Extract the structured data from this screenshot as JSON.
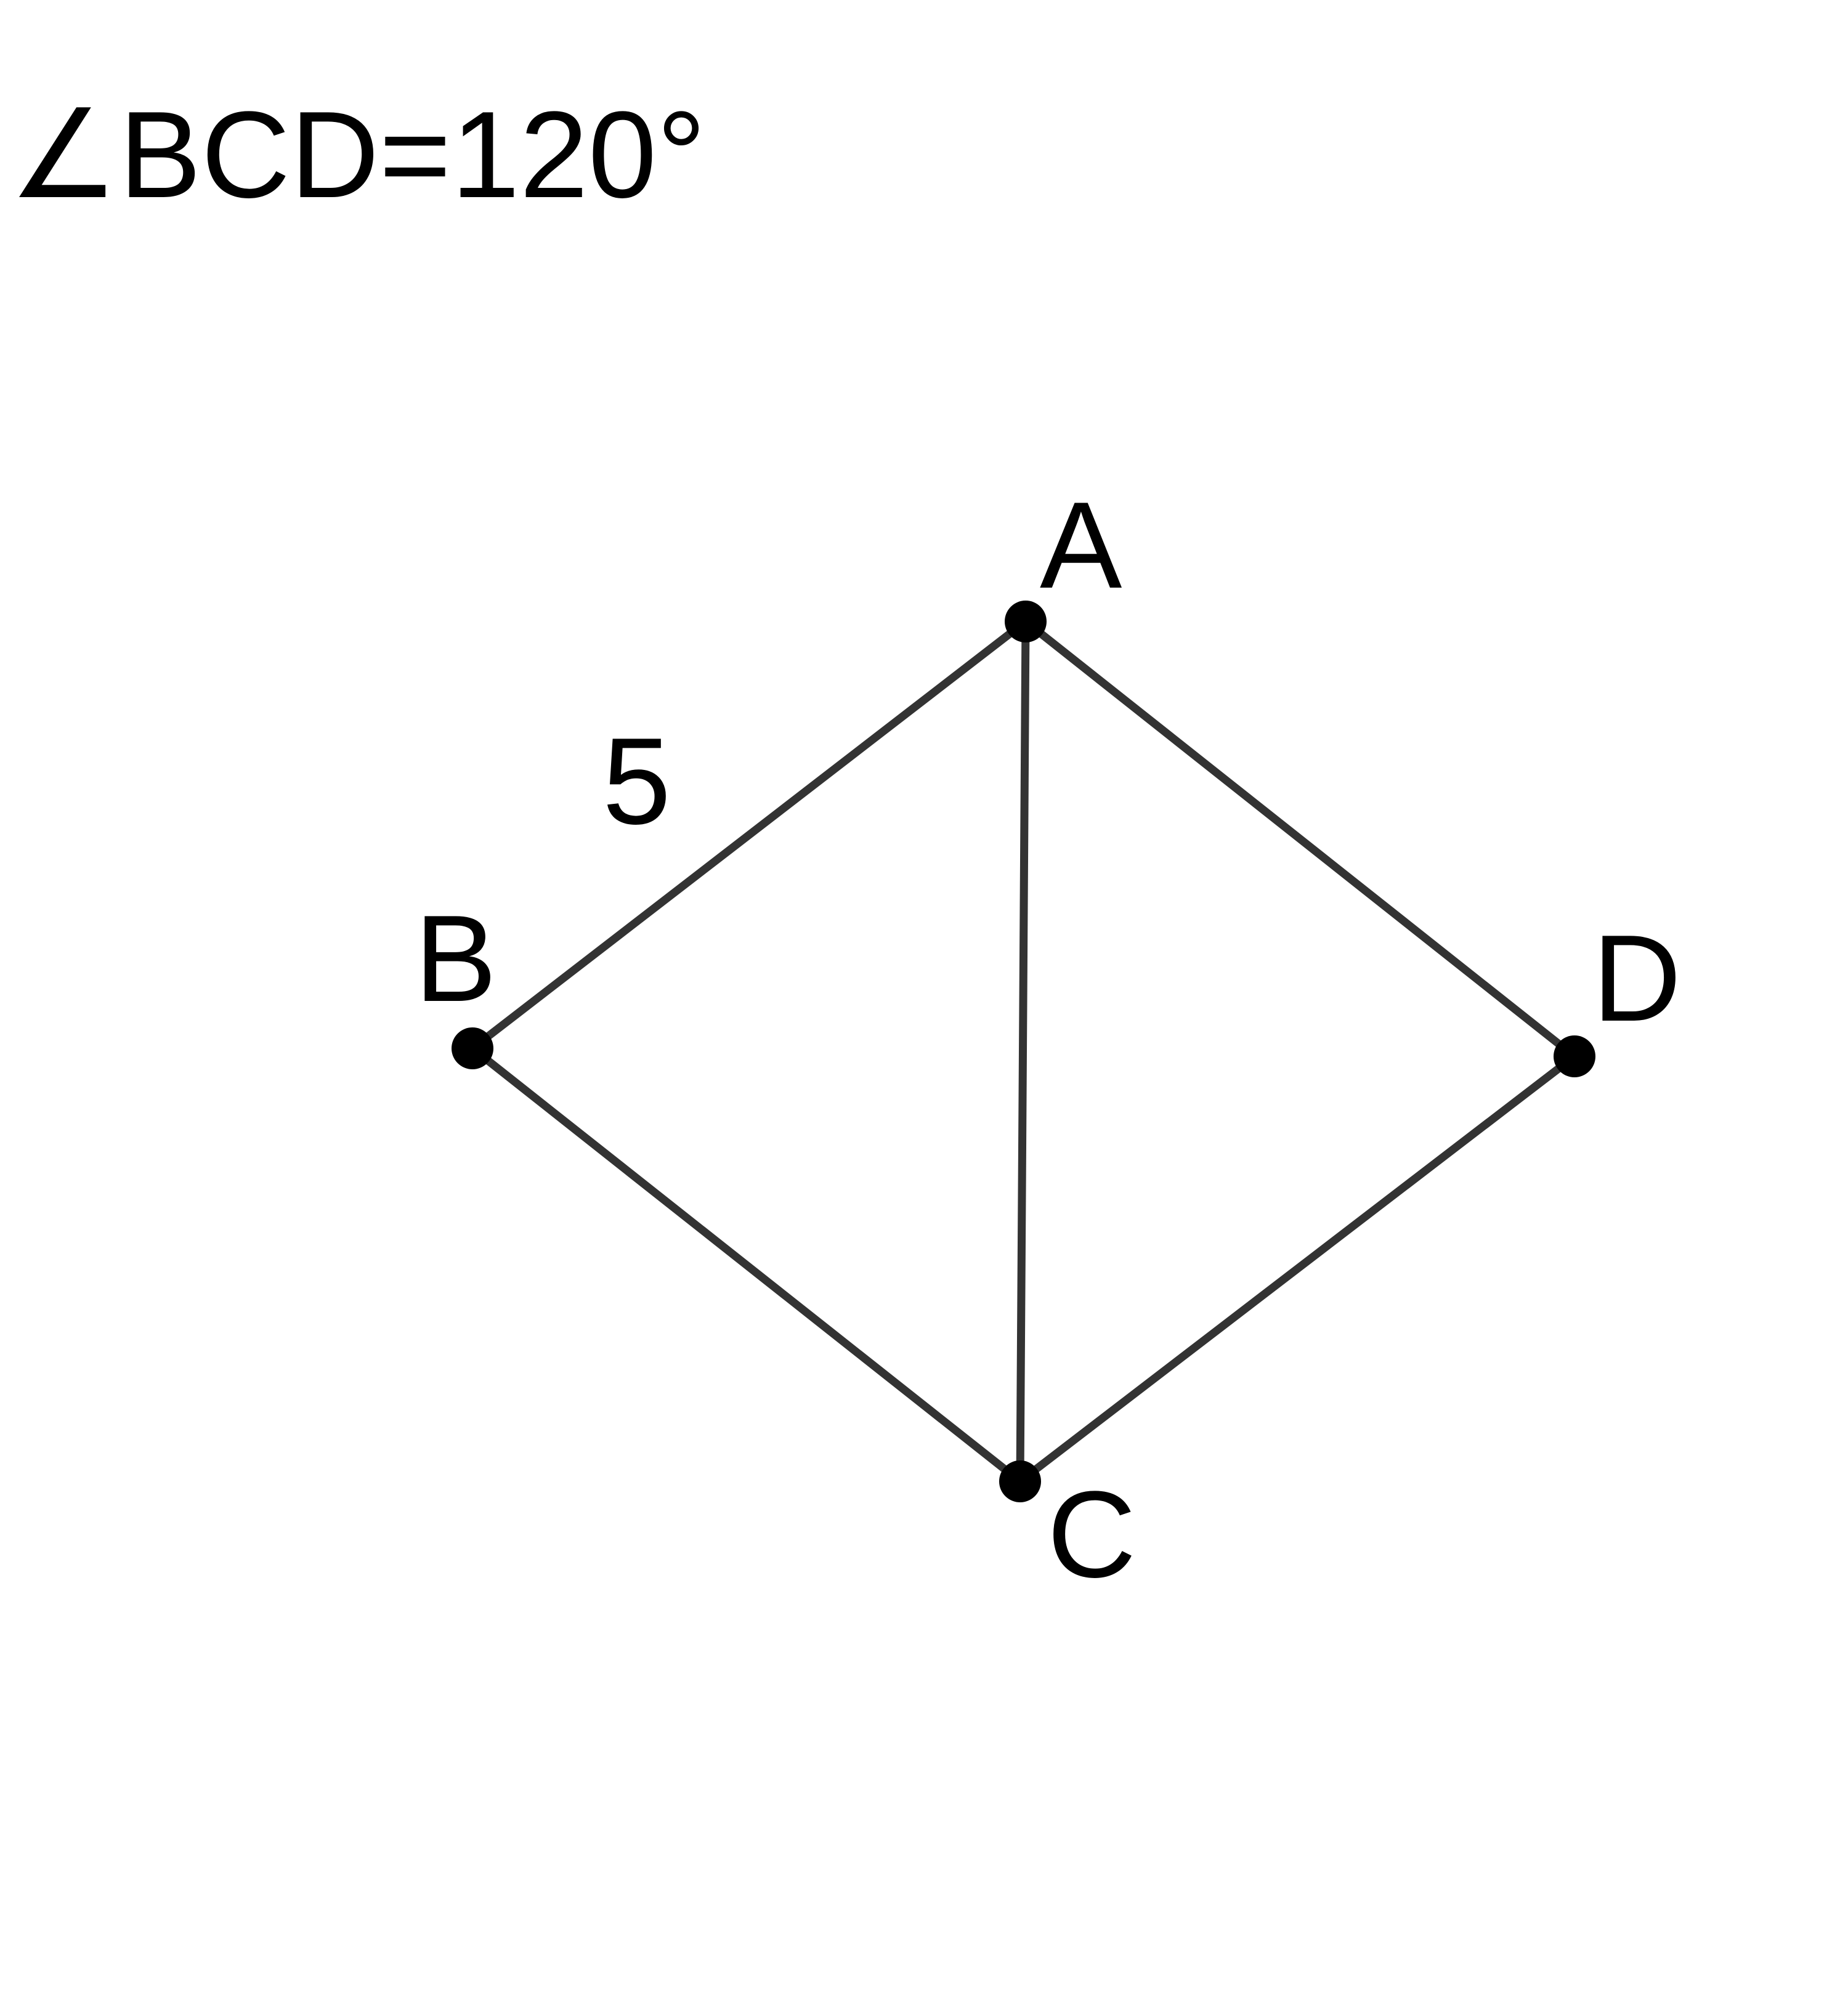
{
  "annotation": {
    "text": "∠BCD=120°"
  },
  "vertices": {
    "A": {
      "label": "A"
    },
    "B": {
      "label": "B"
    },
    "C": {
      "label": "C"
    },
    "D": {
      "label": "D"
    }
  },
  "side_label": {
    "text": "5"
  },
  "colors": {
    "edge": "#333333",
    "vertex": "#000000",
    "text": "#000000",
    "background": "#ffffff"
  }
}
